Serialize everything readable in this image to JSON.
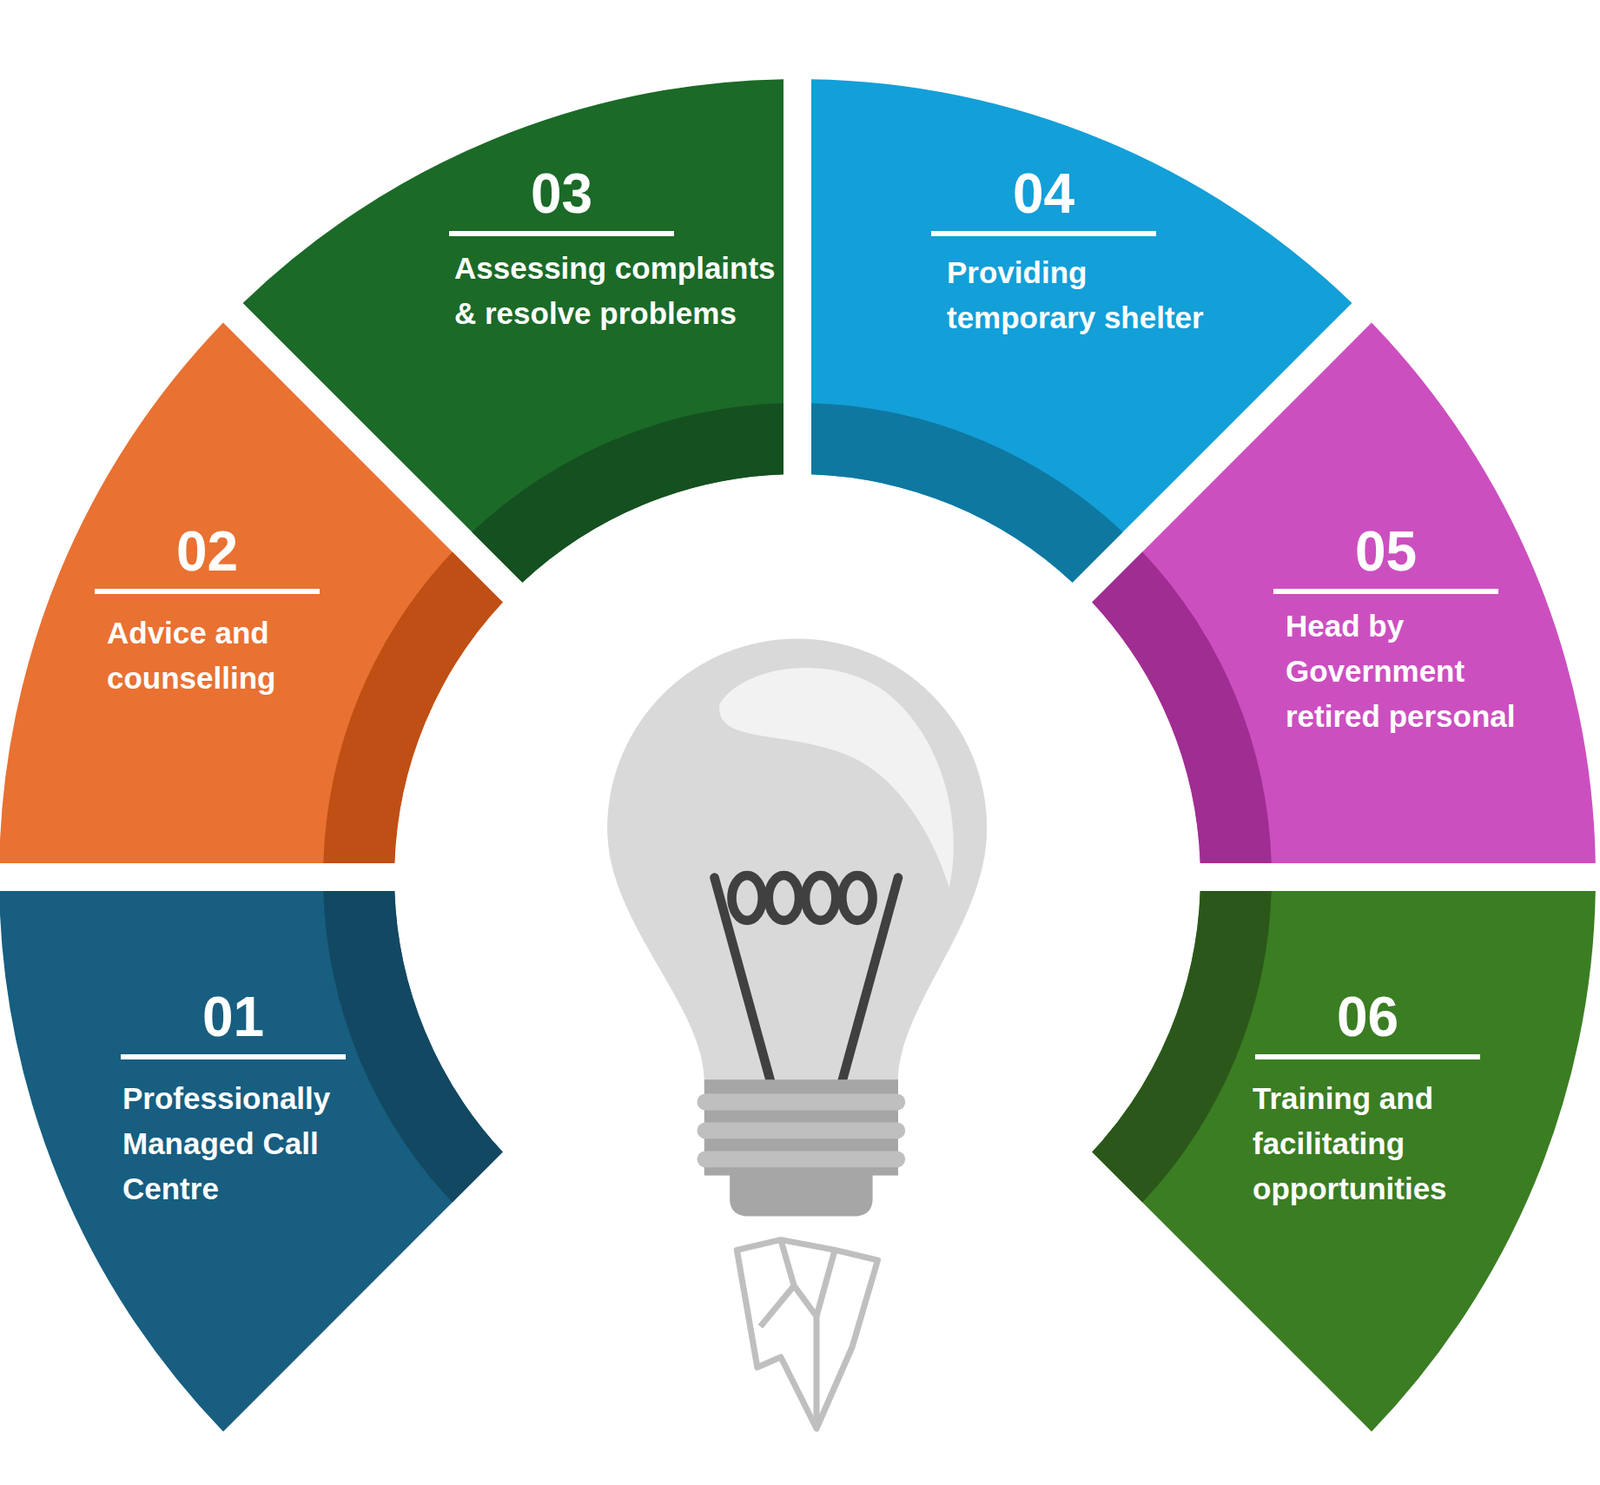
{
  "diagram": {
    "nodes": [
      {
        "text": [
          "01",
          "Professionally Managed Call Centre"
        ]
      },
      {
        "text": [
          "02",
          "Advice and counselling"
        ]
      },
      {
        "text": [
          "03",
          "Assessing complaints & resolve problems"
        ]
      },
      {
        "text": [
          "04",
          "Providing temporary shelter"
        ]
      },
      {
        "text": [
          "05",
          "Head by Government retired personal"
        ]
      },
      {
        "text": [
          "06",
          "Training and facilitating opportunities"
        ]
      }
    ]
  }
}
